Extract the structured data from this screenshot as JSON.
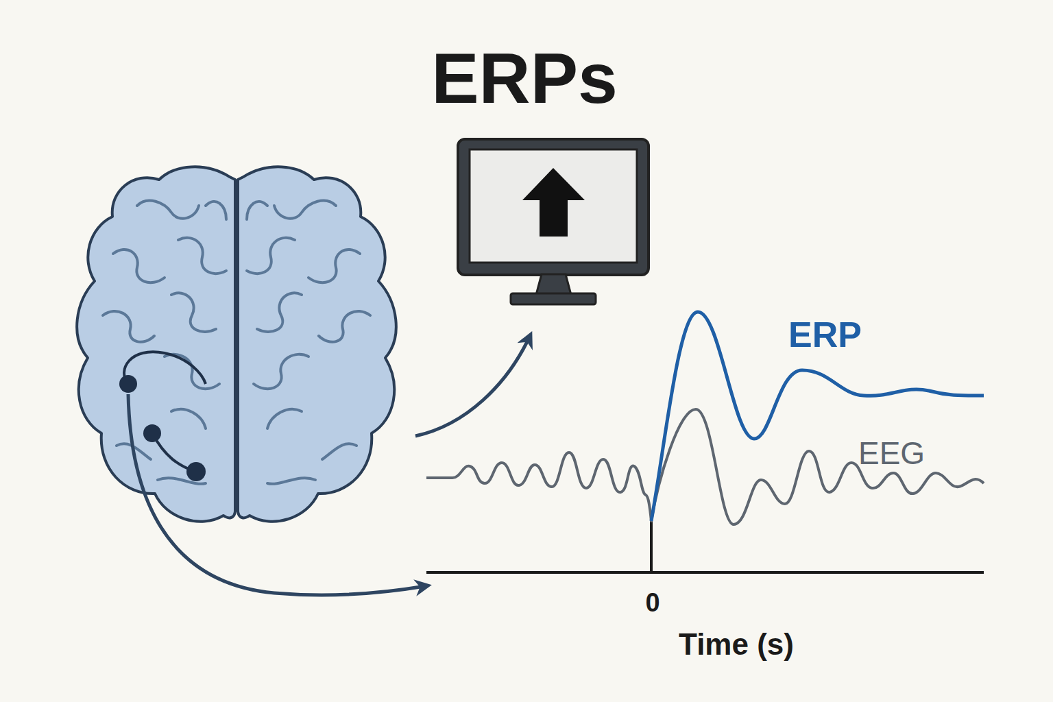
{
  "diagram": {
    "title": "ERPs",
    "labels": [
      "ERP",
      "EEG",
      "0",
      "Time (s)"
    ]
  }
}
